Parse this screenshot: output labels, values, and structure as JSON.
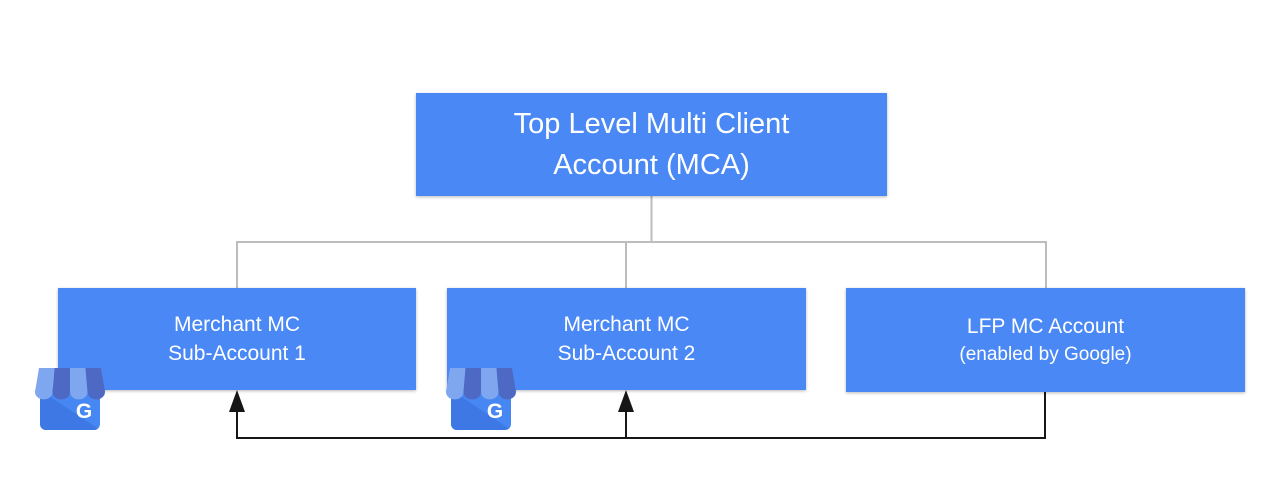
{
  "diagram": {
    "root": {
      "label_line1": "Top Level Multi Client",
      "label_line2": "Account (MCA)"
    },
    "children": [
      {
        "label_line1": "Merchant MC",
        "label_line2": "Sub-Account 1"
      },
      {
        "label_line1": "Merchant MC",
        "label_line2": "Sub-Account 2"
      },
      {
        "label_line1": "LFP MC Account",
        "label_line2": "(enabled by Google)"
      }
    ],
    "icon_letter": "G"
  },
  "colors": {
    "box_fill": "#4a88f5",
    "box_text": "#ffffff",
    "tree_line": "#bdbdbd",
    "arrow_line": "#161616",
    "awning_light": "#7fa7f0",
    "awning_dark": "#4d69c3",
    "store_body": "#4787f3",
    "store_shade": "#3d78e4",
    "canvas_bg": "#ffffff"
  }
}
